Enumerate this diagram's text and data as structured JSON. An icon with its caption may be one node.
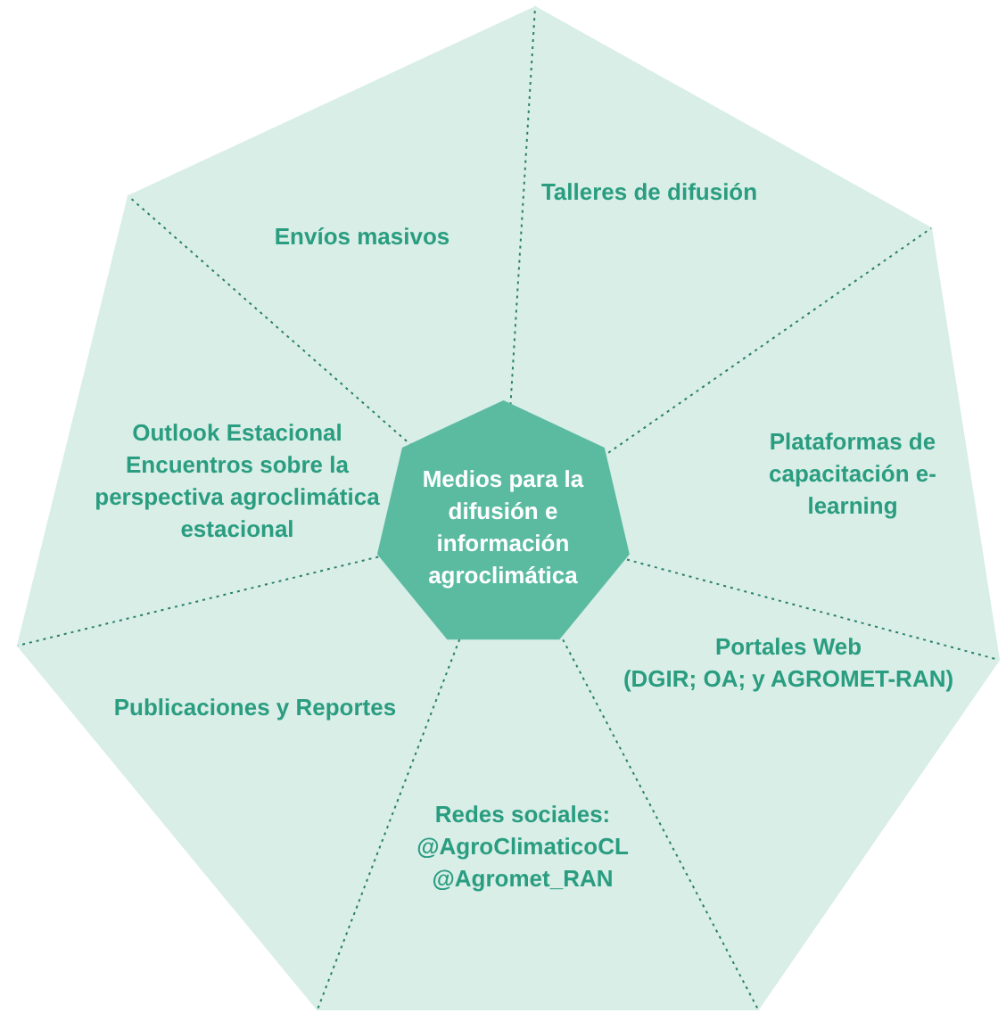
{
  "diagram": {
    "nodes": [
      {
        "text": [
          "Medios para la difusión e información agroclimática"
        ]
      },
      {
        "text": [
          "Envíos masivos"
        ]
      },
      {
        "text": [
          "Talleres de difusión"
        ]
      },
      {
        "text": [
          "Plataformas de capacitación e-learning"
        ]
      },
      {
        "text": [
          "Portales Web",
          "(DGIR; OA; y AGROMET-RAN)"
        ]
      },
      {
        "text": [
          "Redes sociales:",
          "@AgroClimaticoCL",
          "@Agromet_RAN"
        ]
      },
      {
        "text": [
          "Publicaciones y Reportes"
        ]
      },
      {
        "text": [
          "Outlook Estacional",
          "Encuentros sobre la perspectiva agroclimática estacional"
        ]
      }
    ],
    "edges": []
  }
}
